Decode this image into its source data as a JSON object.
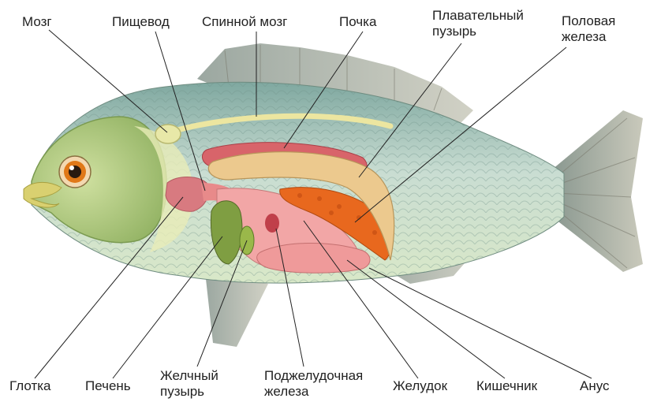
{
  "diagram": {
    "labels": {
      "brain": "Мозг",
      "esophagus": "Пищевод",
      "spinal_cord": "Спинной мозг",
      "kidney": "Почка",
      "swim_bladder": "Плавательный\nпузырь",
      "gonad": "Половая\nжелеза",
      "pharynx": "Глотка",
      "liver": "Печень",
      "gallbladder": "Желчный\nпузырь",
      "pancreas": "Поджелудочная\nжелеза",
      "stomach": "Желудок",
      "intestine": "Кишечник",
      "anus": "Анус"
    },
    "colors": {
      "body": "#a8c8bc",
      "head": "#a9c77a",
      "fin": "#9a9a8a",
      "kidney": "#d85a4a",
      "swim_bladder": "#e8c88a",
      "gonad": "#e06020",
      "liver": "#7a9a40",
      "stomach": "#f0a0a0",
      "leader": "#222222"
    }
  }
}
